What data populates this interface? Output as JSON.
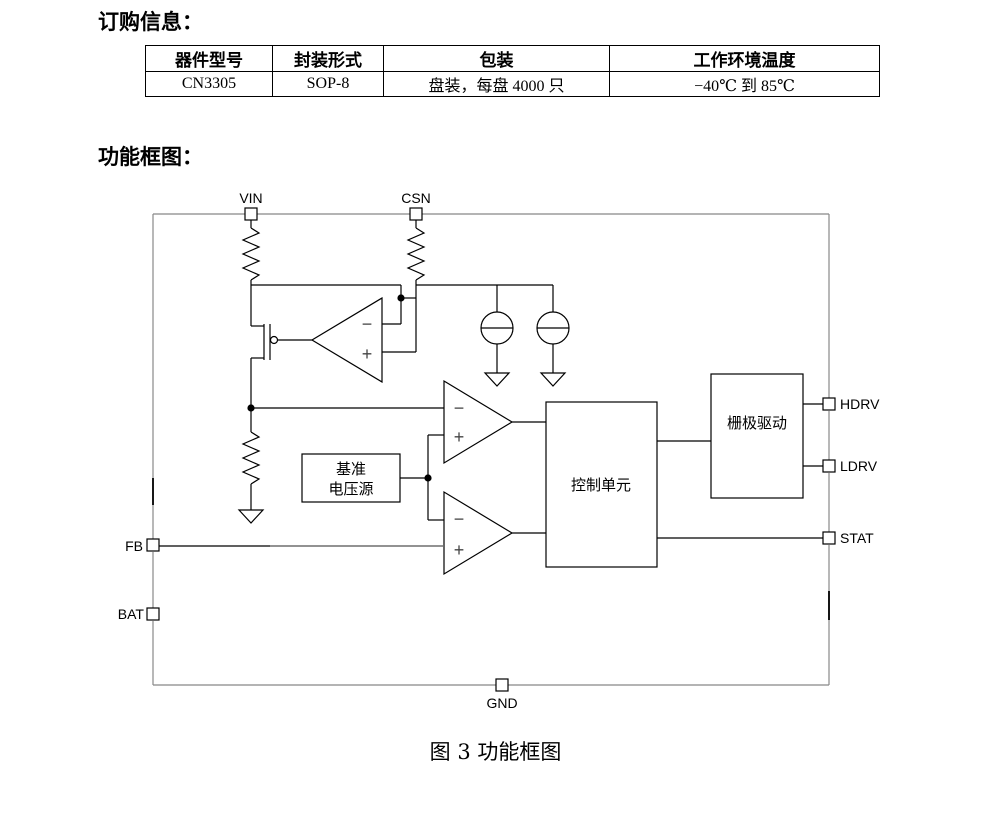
{
  "ordering": {
    "heading": "订购信息：",
    "columns": [
      "器件型号",
      "封装形式",
      "包装",
      "工作环境温度"
    ],
    "rows": [
      [
        "CN3305",
        "SOP-8",
        "盘装，每盘 4000 只",
        "−40℃ 到 85℃"
      ]
    ]
  },
  "function": {
    "heading": "功能框图："
  },
  "diagram": {
    "pins": {
      "vin": "VIN",
      "csn": "CSN",
      "hdrv": "HDRV",
      "ldrv": "LDRV",
      "stat": "STAT",
      "fb": "FB",
      "bat": "BAT",
      "gnd": "GND"
    },
    "blocks": {
      "ref_line1": "基准",
      "ref_line2": "电压源",
      "control": "控制单元",
      "gate_driver": "栅极驱动"
    },
    "symbols": {
      "minus": "−",
      "plus": "+"
    }
  },
  "caption": "图 3  功能框图"
}
